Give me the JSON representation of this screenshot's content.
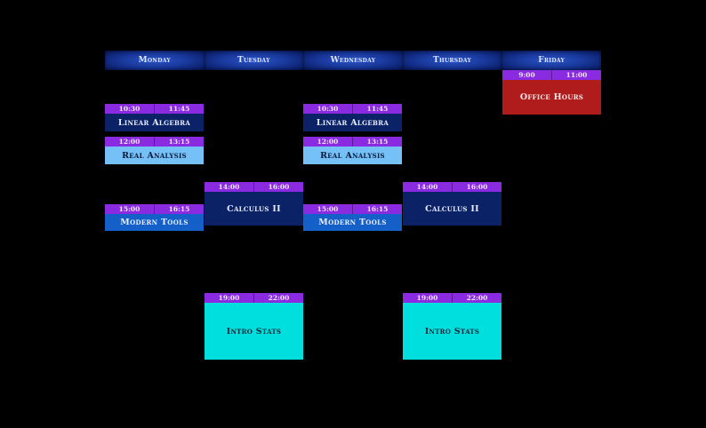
{
  "days": [
    "Monday",
    "Tuesday",
    "Wednesday",
    "Thursday",
    "Friday"
  ],
  "colors": {
    "time_bar": "#8a2be2",
    "linear_algebra": "#0b2266",
    "real_analysis": "#74c0f7",
    "modern_tools": "#1460c8",
    "calculus": "#0b2266",
    "intro_stats": "#00dede",
    "office_hours": "#b01c1c"
  },
  "events": [
    {
      "day": "Monday",
      "title": "Linear Algebra",
      "start": "10:30",
      "end": "11:45"
    },
    {
      "day": "Monday",
      "title": "Real Analysis",
      "start": "12:00",
      "end": "13:15"
    },
    {
      "day": "Monday",
      "title": "Modern Tools",
      "start": "15:00",
      "end": "16:15"
    },
    {
      "day": "Tuesday",
      "title": "Calculus II",
      "start": "14:00",
      "end": "16:00"
    },
    {
      "day": "Tuesday",
      "title": "Intro Stats",
      "start": "19:00",
      "end": "22:00"
    },
    {
      "day": "Wednesday",
      "title": "Linear Algebra",
      "start": "10:30",
      "end": "11:45"
    },
    {
      "day": "Wednesday",
      "title": "Real Analysis",
      "start": "12:00",
      "end": "13:15"
    },
    {
      "day": "Wednesday",
      "title": "Modern Tools",
      "start": "15:00",
      "end": "16:15"
    },
    {
      "day": "Thursday",
      "title": "Calculus II",
      "start": "14:00",
      "end": "16:00"
    },
    {
      "day": "Thursday",
      "title": "Intro Stats",
      "start": "19:00",
      "end": "22:00"
    },
    {
      "day": "Friday",
      "title": "Office Hours",
      "start": "9:00",
      "end": "11:00"
    }
  ]
}
